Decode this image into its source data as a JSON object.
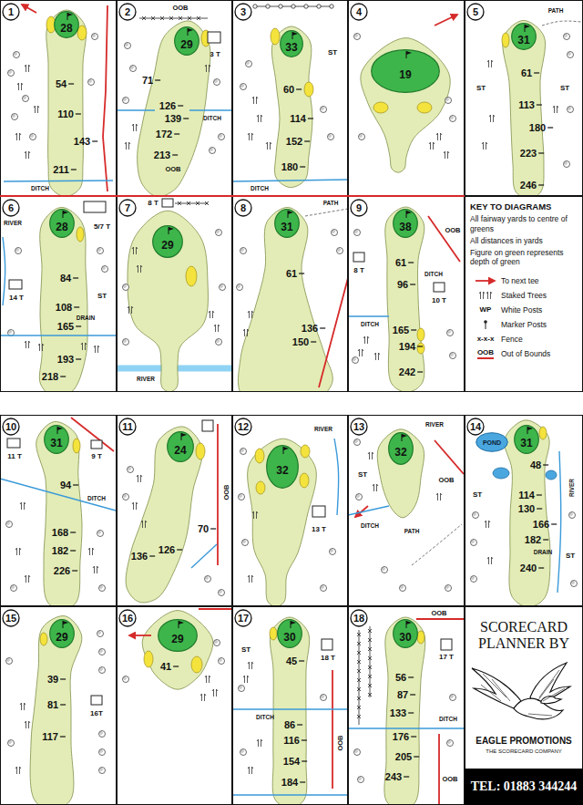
{
  "diagram": {
    "nodes": [
      {
        "text": [
          "54",
          "110",
          "143",
          "211",
          "DITCH"
        ]
      },
      {
        "text": [
          "1"
        ],
        "in": 0
      },
      {
        "text": [
          "28"
        ],
        "in": 0
      },
      {
        "text": [
          "OOB",
          "3 T",
          "71",
          "126",
          "DITCH",
          "139",
          "172",
          "213",
          "OOB"
        ]
      },
      {
        "text": [
          "2"
        ],
        "in": 3
      },
      {
        "text": [
          "29"
        ],
        "in": 3
      },
      {
        "text": [
          "ST",
          "60",
          "114",
          "152",
          "180",
          "DITCH"
        ]
      },
      {
        "text": [
          "3"
        ],
        "in": 6
      },
      {
        "text": [
          "33"
        ],
        "in": 6
      },
      {
        "text": [
          "4"
        ]
      },
      {
        "text": [
          "19"
        ]
      },
      {
        "text": [
          "PATH",
          "61",
          "ST",
          "ST",
          "113",
          "180",
          "223",
          "246"
        ]
      },
      {
        "text": [
          "5"
        ],
        "in": 11
      },
      {
        "text": [
          "31"
        ],
        "in": 11
      },
      {
        "text": [
          "RIVER",
          "5/7 T",
          "84",
          "14 T",
          "ST",
          "108",
          "DRAIN",
          "165",
          "193",
          "218"
        ]
      },
      {
        "text": [
          "6"
        ],
        "in": 14
      },
      {
        "text": [
          "28"
        ],
        "in": 14
      },
      {
        "text": [
          "8 T",
          "RIVER"
        ]
      },
      {
        "text": [
          "7"
        ],
        "in": 17
      },
      {
        "text": [
          "29"
        ],
        "in": 17
      },
      {
        "text": [
          "PATH",
          "61",
          "136",
          "150"
        ]
      },
      {
        "text": [
          "8"
        ],
        "in": 20
      },
      {
        "text": [
          "31"
        ],
        "in": 20
      },
      {
        "text": [
          "OOB",
          "61",
          "8 T",
          "DITCH",
          "96",
          "10 T",
          "DITCH",
          "165",
          "194",
          "242"
        ]
      },
      {
        "text": [
          "9"
        ],
        "in": 23
      },
      {
        "text": [
          "38"
        ],
        "in": 23
      },
      {
        "text": [
          "KEY TO DIAGRAMS",
          "All fairway yards to centre of greens",
          "All distances in yards",
          "Figure on green represents depth of green"
        ]
      },
      {
        "text": [
          "11 T",
          "9 T",
          "94",
          "DITCH",
          "168",
          "182",
          "226"
        ]
      },
      {
        "text": [
          "10"
        ],
        "in": 27
      },
      {
        "text": [
          "31"
        ],
        "in": 27
      },
      {
        "text": [
          "OOB",
          "70",
          "126",
          "136"
        ]
      },
      {
        "text": [
          "11"
        ],
        "in": 30
      },
      {
        "text": [
          "24"
        ],
        "in": 30
      },
      {
        "text": [
          "RIVER",
          "13 T"
        ]
      },
      {
        "text": [
          "12"
        ],
        "in": 33
      },
      {
        "text": [
          "32"
        ],
        "in": 33
      },
      {
        "text": [
          "RIVER",
          "ST",
          "OOB",
          "DITCH",
          "PATH"
        ]
      },
      {
        "text": [
          "13"
        ],
        "in": 36
      },
      {
        "text": [
          "32"
        ],
        "in": 36
      },
      {
        "text": [
          "48",
          "ST",
          "114",
          "RIVER",
          "130",
          "166",
          "182",
          "DRAIN",
          "ST",
          "240"
        ]
      },
      {
        "text": [
          "14"
        ],
        "in": 39
      },
      {
        "text": [
          "POND"
        ],
        "in": 39
      },
      {
        "text": [
          "31"
        ],
        "in": 39
      },
      {
        "text": [
          "39",
          "81",
          "16T",
          "117"
        ]
      },
      {
        "text": [
          "15"
        ],
        "in": 43
      },
      {
        "text": [
          "29"
        ],
        "in": 43
      },
      {
        "text": [
          "41"
        ]
      },
      {
        "text": [
          "16"
        ],
        "in": 46
      },
      {
        "text": [
          "29"
        ],
        "in": 46
      },
      {
        "text": [
          "ST",
          "45",
          "18 T",
          "DITCH",
          "86",
          "116",
          "OOB",
          "154",
          "184"
        ]
      },
      {
        "text": [
          "17"
        ],
        "in": 49
      },
      {
        "text": [
          "30"
        ],
        "in": 49
      },
      {
        "text": [
          "OOB",
          "17 T",
          "56",
          "87",
          "133",
          "DITCH",
          "176",
          "205",
          "243",
          "OOB"
        ]
      },
      {
        "text": [
          "18"
        ],
        "in": 52
      },
      {
        "text": [
          "30"
        ],
        "in": 52
      },
      {
        "text": [
          "SCORECARD PLANNER BY",
          "EAGLE PROMOTIONS",
          "THE SCORECARD COMPANY"
        ]
      },
      {
        "text": [
          "TEL: 01883 344244"
        ],
        "in": 55
      }
    ],
    "labels": [
      "WP",
      "x-x-x",
      "OOB"
    ],
    "legend": [
      {
        "text": "To next tee"
      },
      {
        "text": "Staked Trees"
      },
      {
        "text": "White Posts"
      },
      {
        "text": "Marker Posts"
      },
      {
        "text": "Fence"
      },
      {
        "text": "Out of Bounds"
      }
    ]
  }
}
